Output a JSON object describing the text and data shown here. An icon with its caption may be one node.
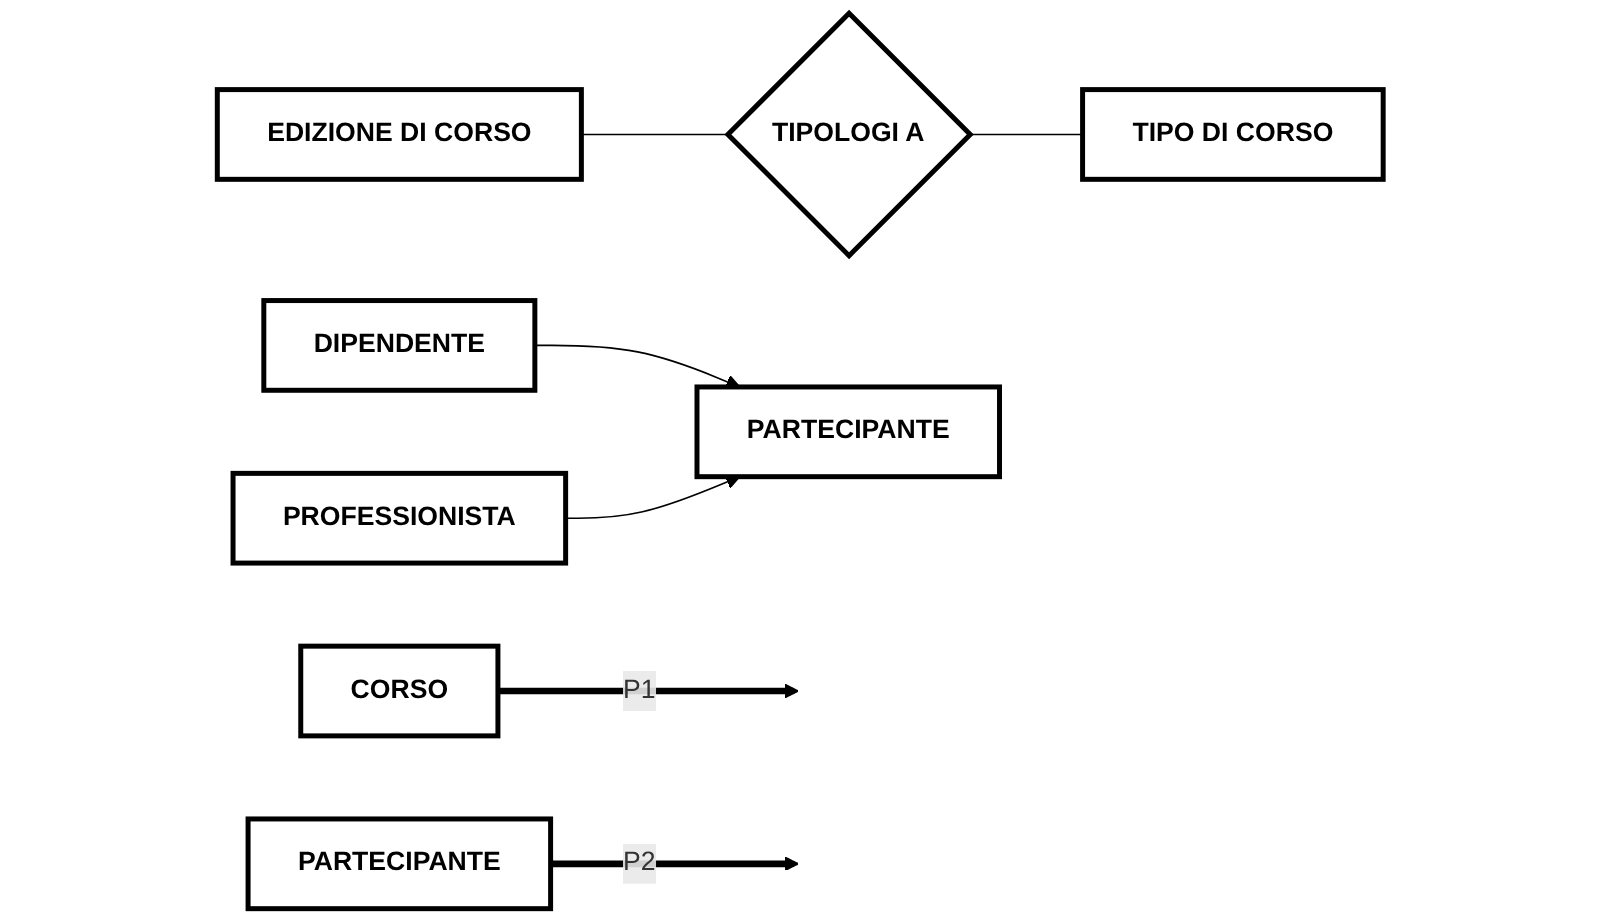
{
  "diagram": {
    "nodes": [
      {
        "text": [
          "CORSO"
        ]
      },
      {
        "text": [
          "EDIZIONE DI CORSO"
        ]
      },
      {
        "text": [
          "TIPOLOGI A"
        ]
      },
      {
        "text": [
          "TIPO DI CORSO"
        ]
      },
      {
        "text": [
          "PARTECIPANTE"
        ]
      },
      {
        "text": [
          "PARTECIPANTE"
        ]
      },
      {
        "text": [
          "DIPENDENTE"
        ]
      },
      {
        "text": [
          "PROFESSIONISTA"
        ]
      }
    ],
    "edges": [
      {
        "from": 0,
        "to": null,
        "label": "P1",
        "arrow": "to",
        "style": "thick"
      },
      {
        "from": 1,
        "to": 2,
        "arrow": "none"
      },
      {
        "from": 2,
        "to": 3,
        "arrow": "none"
      },
      {
        "from": 4,
        "to": null,
        "label": "P2",
        "arrow": "to",
        "style": "thick"
      },
      {
        "from": 6,
        "to": 5,
        "arrow": "to"
      },
      {
        "from": 7,
        "to": 5,
        "arrow": "to"
      }
    ]
  }
}
